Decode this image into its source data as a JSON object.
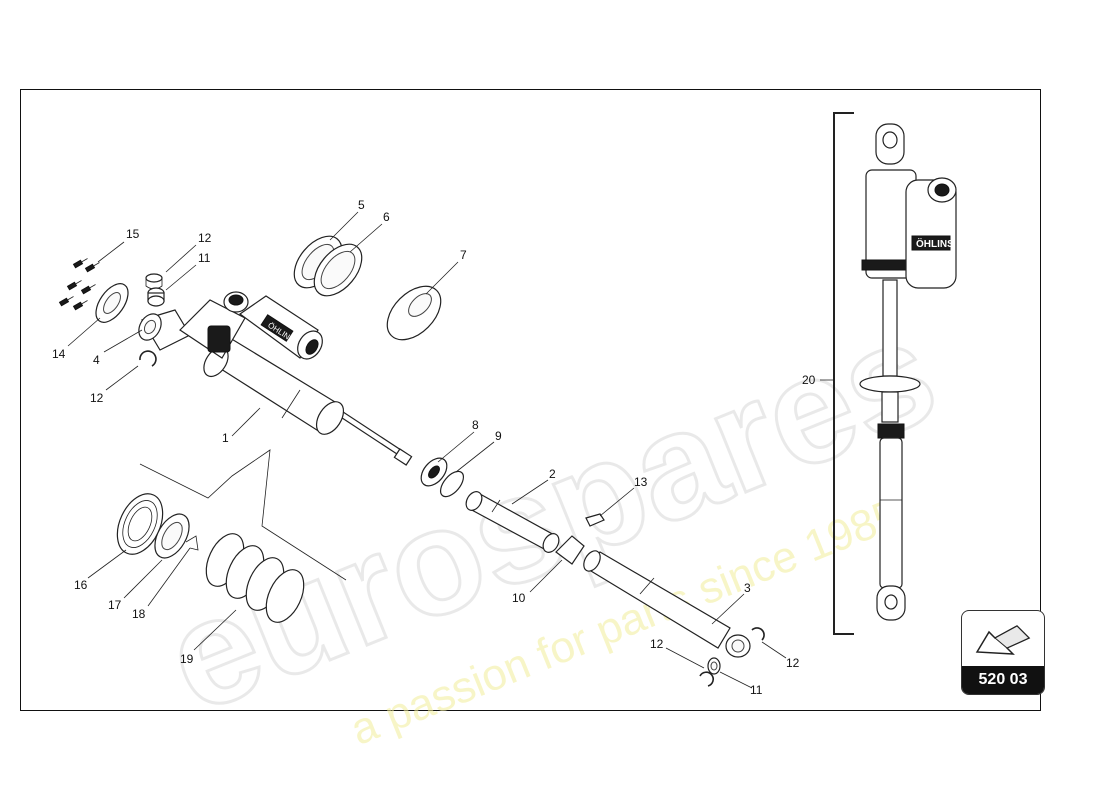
{
  "watermark": {
    "brand": "eurospares",
    "tagline": "a passion for parts since 1985"
  },
  "callouts": {
    "c1": "1",
    "c2": "2",
    "c3": "3",
    "c4": "4",
    "c5": "5",
    "c6": "6",
    "c7": "7",
    "c8": "8",
    "c9": "9",
    "c10": "10",
    "c11a": "11",
    "c11b": "11",
    "c12a": "12",
    "c12b": "12",
    "c12c": "12",
    "c12d": "12",
    "c13": "13",
    "c14": "14",
    "c15": "15",
    "c16": "16",
    "c17": "17",
    "c18": "18",
    "c19": "19",
    "c20": "20"
  },
  "product_label": "ÖHLINS",
  "reference": {
    "code": "520 03",
    "icon": "next-page-arrow-icon"
  },
  "colors": {
    "line": "#222222",
    "badge_bg": "#111111",
    "watermark_grey": "#d8d8d8",
    "watermark_yellow": "#f2ee9a"
  }
}
